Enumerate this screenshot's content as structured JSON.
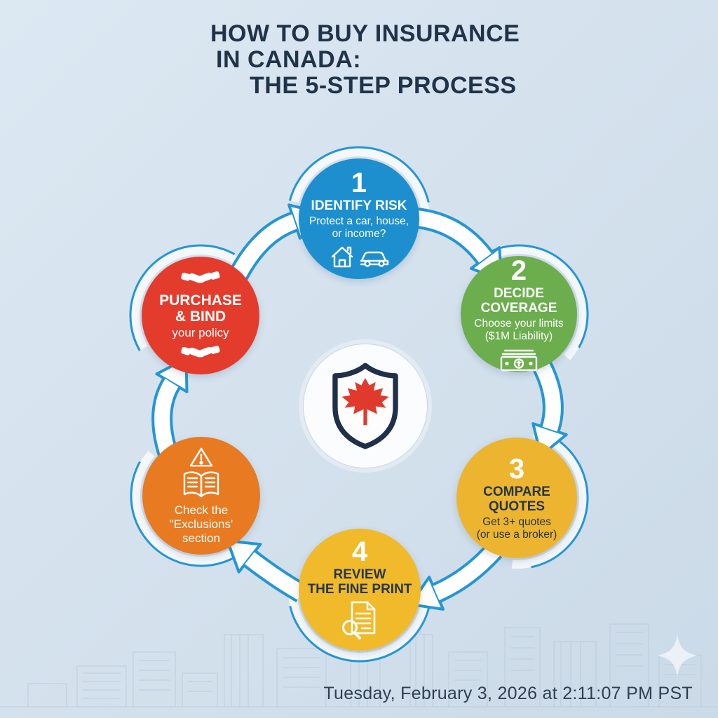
{
  "title": {
    "line1": "HOW TO BUY INSURANCE",
    "line2": "IN CANADA:",
    "line3": "THE 5-STEP PROCESS"
  },
  "steps": [
    {
      "id": "identify-risk",
      "number": "1",
      "color": "#1D8FCE",
      "title_lines": [
        "IDENTIFY RISK"
      ],
      "subtitle_lines": [
        "Protect a car, house,",
        "or income?"
      ],
      "icons": [
        "house-icon",
        "car-icon"
      ]
    },
    {
      "id": "decide-coverage",
      "number": "2",
      "color": "#6CAE4E",
      "title_lines": [
        "DECIDE",
        "COVERAGE"
      ],
      "subtitle_lines": [
        "Choose your limits",
        "($1M Liability)"
      ],
      "icons": [
        "banknote-icon"
      ]
    },
    {
      "id": "compare-quotes",
      "number": "3",
      "color": "#EDB52F",
      "title_lines": [
        "COMPARE",
        "QUOTES"
      ],
      "subtitle_lines": [
        "Get 3+ quotes",
        "(or use a broker)"
      ],
      "icons": []
    },
    {
      "id": "review-fine-print",
      "number": "4",
      "color": "#F0BA2B",
      "title_lines": [
        "REVIEW",
        "THE FINE PRINT"
      ],
      "subtitle_lines": [],
      "icons": [
        "document-magnifier-icon"
      ]
    },
    {
      "id": "check-exclusions",
      "number": "",
      "color": "#E87A22",
      "title_lines": [],
      "subtitle_lines": [
        "Check the",
        "\"Exclusions'",
        "section"
      ],
      "icons": [
        "warning-icon",
        "open-book-icon"
      ]
    },
    {
      "id": "purchase-bind",
      "number": "",
      "color": "#E33C2D",
      "title_lines": [
        "PURCHASE",
        "& BIND"
      ],
      "subtitle_lines": [
        "your policy"
      ],
      "icons": [
        "handshake-icon",
        "handshake-icon"
      ]
    }
  ],
  "center": {
    "icon": "canada-shield-maple-leaf-icon"
  },
  "footer": {
    "timestamp": "Tuesday, February 3, 2026 at 2:11:07 PM PST"
  },
  "palette": {
    "background": "#D5E2EE",
    "title_text": "#203349",
    "arrow_outline": "#2496D4",
    "arrow_fill": "#FFFFFF",
    "shield_outline": "#1F3048",
    "maple_leaf": "#E03A2D",
    "skyline": "#B5C8DA"
  }
}
